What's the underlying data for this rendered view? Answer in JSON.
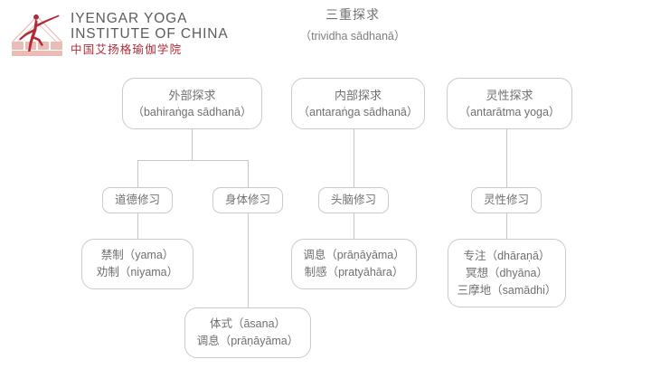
{
  "logo": {
    "icon": "iyengar-yoga-figure-logo",
    "line1": "IYENGAR YOGA",
    "line2": "INSTITUTE OF CHINA",
    "line_cn": "中国艾扬格瑜伽学院",
    "brand_color": "#b02a37"
  },
  "title": {
    "cn": "三重探求",
    "en": "（trividha sādhanā）"
  },
  "diagram": {
    "type": "hierarchy",
    "line_color": "#c4c4ca",
    "box_border_color": "#c9c9cf",
    "text_color": "#6f6f73",
    "nodes": [
      {
        "id": "outer",
        "cn": "外部探求",
        "en": "（bahiraṅga sādhanā）"
      },
      {
        "id": "inner",
        "cn": "内部探求",
        "en": "（antaraṅga sādhanā）"
      },
      {
        "id": "spirit",
        "cn": "灵性探求",
        "en": "（antarātma yoga）"
      },
      {
        "id": "moral",
        "cn": "道德修习"
      },
      {
        "id": "body",
        "cn": "身体修习"
      },
      {
        "id": "mind",
        "cn": "头脑修习"
      },
      {
        "id": "soul",
        "cn": "灵性修习"
      }
    ],
    "leaves": {
      "moral": [
        "禁制（yama）",
        "劝制（niyama）"
      ],
      "body": [
        "体式（āsana）",
        "调息（prāṇāyāma）"
      ],
      "mind": [
        "调息（prāṇāyāma）",
        "制感（pratyāhāra）"
      ],
      "soul": [
        "专注（dhāraṇā）",
        "冥想（dhyāna）",
        "三摩地（samādhi）"
      ]
    }
  }
}
